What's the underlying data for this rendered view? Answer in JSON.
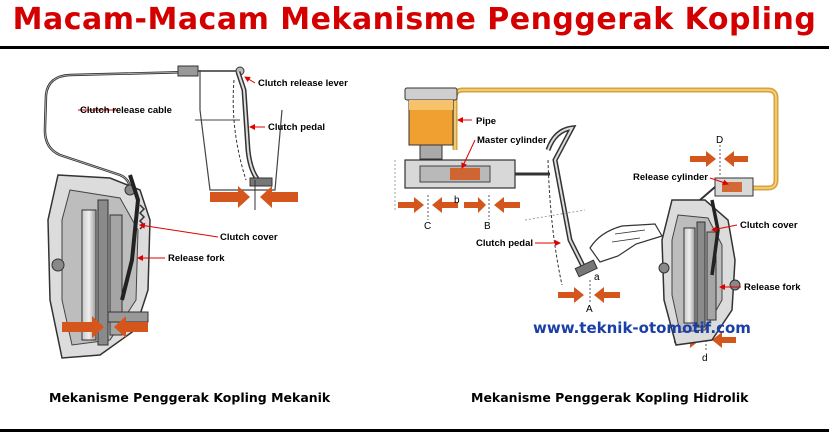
{
  "title": "Macam-Macam Mekanisme Penggerak Kopling",
  "colors": {
    "title": "#d40000",
    "arrow": "#d4561c",
    "pipe": "#d9a33a",
    "leader": "#e00000",
    "url": "#1a3fa6"
  },
  "mechanical": {
    "caption": "Mekanisme Penggerak Kopling Mekanik",
    "labels": {
      "release_cable": "Clutch release cable",
      "release_lever": "Clutch release lever",
      "pedal": "Clutch pedal",
      "cover": "Clutch cover",
      "fork": "Release fork"
    }
  },
  "hydraulic": {
    "caption": "Mekanisme Penggerak Kopling Hidrolik",
    "labels": {
      "pipe": "Pipe",
      "master_cylinder": "Master cylinder",
      "pedal": "Clutch pedal",
      "release_cylinder": "Release cylinder",
      "cover": "Clutch cover",
      "fork": "Release fork"
    },
    "letters": {
      "a_upper": "A",
      "a_lower": "a",
      "b_upper": "B",
      "b_lower": "b",
      "c_upper": "C",
      "d_upper": "D",
      "d_lower": "d"
    }
  },
  "website": "www.teknik-otomotif.com"
}
